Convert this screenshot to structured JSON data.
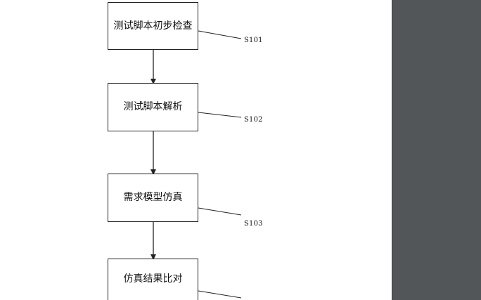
{
  "flowchart": {
    "steps": [
      {
        "text": "测试脚本初步检查",
        "label": "S101"
      },
      {
        "text": "测试脚本解析",
        "label": "S102"
      },
      {
        "text": "需求模型仿真",
        "label": "S103"
      },
      {
        "text": "仿真结果比对",
        "label": ""
      }
    ]
  },
  "colors": {
    "page": "#ffffff",
    "pane": "#525659",
    "ink": "#222222"
  }
}
